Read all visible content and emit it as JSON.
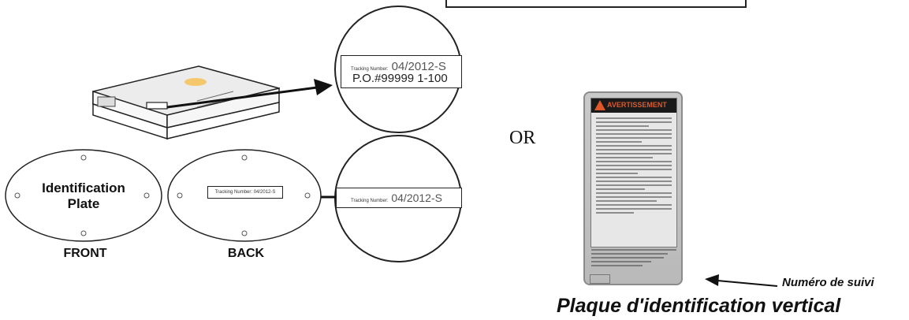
{
  "diagram": {
    "or_label": "OR",
    "oval_front": {
      "plate_text_line1": "Identification",
      "plate_text_line2": "Plate",
      "label": "FRONT"
    },
    "oval_back": {
      "label": "BACK",
      "tag_text": "Tracking Number: 04/2012-S"
    },
    "zoom_top": {
      "tracking_prefix": "Tracking Number:",
      "tracking_value": "04/2012-S",
      "po_text": "P.O.#99999   1-100"
    },
    "zoom_bottom": {
      "tracking_prefix": "Tracking Number:",
      "tracking_value": "04/2012-S"
    },
    "vertical_plate": {
      "header": "AVERTISSEMENT"
    },
    "caption_tracking": "Numéro de suivi",
    "caption_main": "Plaque d'identification vertical"
  }
}
